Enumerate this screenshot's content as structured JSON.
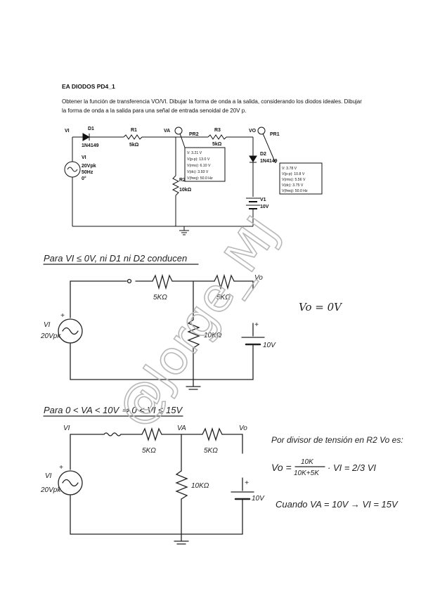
{
  "document": {
    "title": "EA DIODOS PD4_1",
    "paragraph": "Obtener la función de transferencia VO/VI. Dibujar la forma de onda a la salida, considerando los diodos ideales. Dibujar la forma de onda a la salida para una señal de entrada senoidal de 20V p."
  },
  "circuit1": {
    "node_vi": "VI",
    "node_va": "VA",
    "node_vo": "VO",
    "d1_ref": "D1",
    "d1_model": "1N4149",
    "r1_ref": "R1",
    "r1_value": "5kΩ",
    "probe2": "PR2",
    "r3_ref": "R3",
    "r3_value": "5kΩ",
    "probe1": "PR1",
    "vi_ref": "VI",
    "vi_amp": "20Vpk",
    "vi_freq": "50Hz",
    "vi_phase": "0°",
    "r2_ref": "R2",
    "r2_value": "10kΩ",
    "d2_ref": "D2",
    "d2_model": "1N4149",
    "v1_ref": "V1",
    "v1_value": "10V",
    "pr2_readout": [
      "V: 3.21 V",
      "V(p-p): 13.0 V",
      "V(rms): 6.10 V",
      "V(dc): 3.93 V",
      "V(freq): 50.0 Hz"
    ],
    "pr1_readout": [
      "V: 3.78 V",
      "V(p-p): 10.8 V",
      "V(rms): 5.56 V",
      "V(dc): 3.75 V",
      "V(freq): 50.0 Hz"
    ]
  },
  "case1": {
    "heading": "Para VI ≤ 0V, ni D1 ni D2 conducen",
    "r_left": "5KΩ",
    "r_right": "5KΩ",
    "r_shunt": "10KΩ",
    "node_vo": "Vo",
    "source_label": "VI",
    "source_amp": "20Vpk",
    "battery": "10V",
    "result": "Vo = 0V"
  },
  "case2": {
    "heading": "Para 0 < VA < 10V ⇒ 0 < VI ≤ 15V",
    "node_vi": "VI",
    "node_va": "VA",
    "node_vo": "Vo",
    "r_left": "5KΩ",
    "r_right": "5KΩ",
    "r_shunt": "10KΩ",
    "source_label": "VI",
    "source_amp": "20Vpk",
    "battery": "10V",
    "note1": "Por divisor de tensión en R2 Vo es:",
    "formula_lhs": "Vo =",
    "formula_num": "10K",
    "formula_den": "10K+5K",
    "formula_rhs": "· VI = 2/3 VI",
    "note2": "Cuando VA = 10V → VI = 15V"
  },
  "watermark": "@Jorge_MJ"
}
